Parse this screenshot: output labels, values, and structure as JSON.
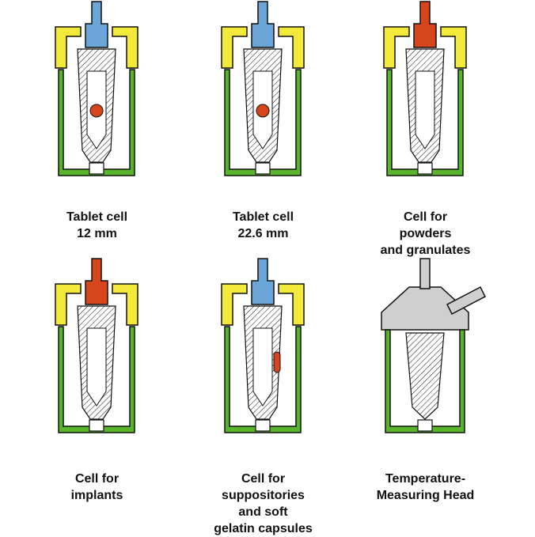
{
  "colors": {
    "yellow": "#f2e93a",
    "green": "#59b52b",
    "blue": "#6aa6d8",
    "red": "#d6451c",
    "grey": "#cfcfcf",
    "outline": "#111111"
  },
  "cells": [
    {
      "id": "tablet-12",
      "lines": [
        "Tablet cell",
        "12 mm"
      ],
      "cap": "blue"
    },
    {
      "id": "tablet-22",
      "lines": [
        "Tablet cell",
        "22.6 mm"
      ],
      "cap": "blue"
    },
    {
      "id": "powders",
      "lines": [
        "Cell for",
        "powders",
        "and granulates"
      ],
      "cap": "red"
    },
    {
      "id": "implants",
      "lines": [
        "Cell for",
        "implants"
      ],
      "cap": "red"
    },
    {
      "id": "suppositories",
      "lines": [
        "Cell for",
        "suppositories",
        "and soft",
        "gelatin capsules"
      ],
      "cap": "blue"
    },
    {
      "id": "temperature-head",
      "lines": [
        "Temperature-",
        "Measuring Head"
      ],
      "cap": "grey"
    }
  ]
}
